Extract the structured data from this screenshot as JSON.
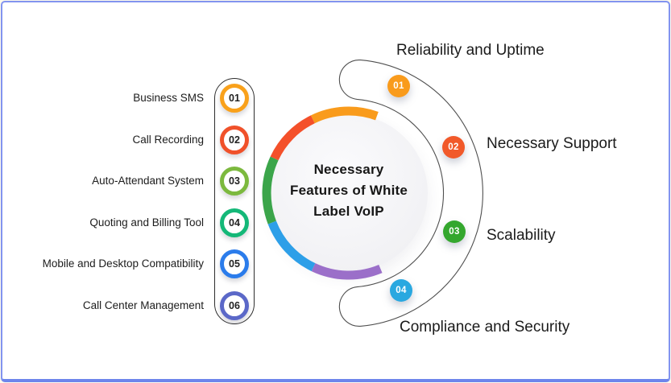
{
  "canvas": {
    "border_color": "#8294ef",
    "border_bottom_color": "#6d85ec",
    "outer_edge_color": "#fdfaec"
  },
  "hub": {
    "title_lines": [
      "Necessary",
      "Features of White",
      "Label VoIP"
    ],
    "fill_color": "#f1f1f4",
    "ring_colors": {
      "orange": "#f99b1c",
      "red": "#f4502a",
      "green": "#3ba54a",
      "blue": "#2d9fe8",
      "purple": "#9b6fc9"
    }
  },
  "left_panel": {
    "items": [
      {
        "number": "01",
        "label": "Business SMS",
        "color": "#f9a11b"
      },
      {
        "number": "02",
        "label": "Call Recording",
        "color": "#f0512a"
      },
      {
        "number": "03",
        "label": "Auto-Attendant System",
        "color": "#7cb93e"
      },
      {
        "number": "04",
        "label": "Quoting and Billing Tool",
        "color": "#14b878"
      },
      {
        "number": "05",
        "label": "Mobile and Desktop Compatibility",
        "color": "#2b7ceb"
      },
      {
        "number": "06",
        "label": "Call Center Management",
        "color": "#5b68c8"
      }
    ]
  },
  "right_panel": {
    "crescent_outline_color": "#4f4f4f",
    "items": [
      {
        "number": "01",
        "label": "Reliability and Uptime",
        "color": "#f99b1c"
      },
      {
        "number": "02",
        "label": "Necessary Support",
        "color": "#f1592a"
      },
      {
        "number": "03",
        "label": "Scalability",
        "color": "#34a72e"
      },
      {
        "number": "04",
        "label": "Compliance and Security",
        "color": "#29a8e0"
      }
    ]
  }
}
